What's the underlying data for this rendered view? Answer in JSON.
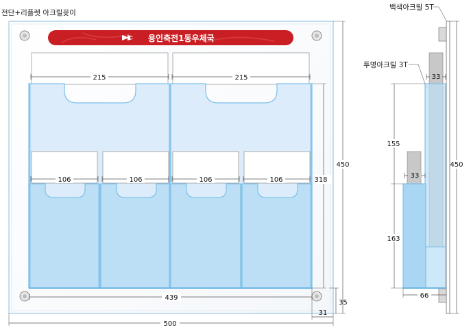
{
  "title": "전단+리플렛 아크릴꽂이",
  "banner": {
    "text": "용인축전1동우체국",
    "color": "#c81e24"
  },
  "dimensions": {
    "top_pocket_width": "215",
    "bottom_pocket_width": "106",
    "pockets_total_width": "439",
    "board_width": "500",
    "board_height": "450",
    "pockets_height": "318",
    "bottom_margin": "35",
    "side_margin": "31"
  },
  "side_view": {
    "back_label": "백색아크릴 5T",
    "front_label": "투명아크릴 3T",
    "height": "450",
    "upper_depth": "33",
    "lower_depth": "33",
    "upper_height": "155",
    "lower_height": "163",
    "base_depth": "66"
  },
  "colors": {
    "pocket_light": "#dcecfa",
    "pocket_mid": "#bcdff5",
    "pocket_edge": "#7ec0ea",
    "insert": "#c8c8c8"
  }
}
